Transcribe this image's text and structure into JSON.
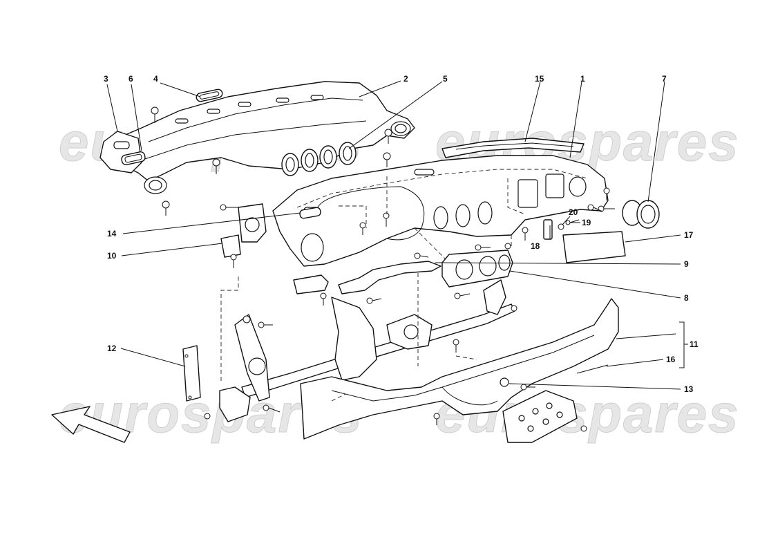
{
  "watermark": "eurospares",
  "callouts": [
    {
      "id": "3",
      "text": "3"
    },
    {
      "id": "6",
      "text": "6"
    },
    {
      "id": "4",
      "text": "4"
    },
    {
      "id": "2",
      "text": "2"
    },
    {
      "id": "5",
      "text": "5"
    },
    {
      "id": "15",
      "text": "15"
    },
    {
      "id": "1",
      "text": "1"
    },
    {
      "id": "7",
      "text": "7"
    },
    {
      "id": "14",
      "text": "14"
    },
    {
      "id": "10",
      "text": "10"
    },
    {
      "id": "20",
      "text": "20"
    },
    {
      "id": "19",
      "text": "19"
    },
    {
      "id": "18",
      "text": "18"
    },
    {
      "id": "17",
      "text": "17"
    },
    {
      "id": "9",
      "text": "9"
    },
    {
      "id": "8",
      "text": "8"
    },
    {
      "id": "12",
      "text": "12"
    },
    {
      "id": "11",
      "text": "11"
    },
    {
      "id": "16",
      "text": "16"
    },
    {
      "id": "13",
      "text": "13"
    }
  ]
}
